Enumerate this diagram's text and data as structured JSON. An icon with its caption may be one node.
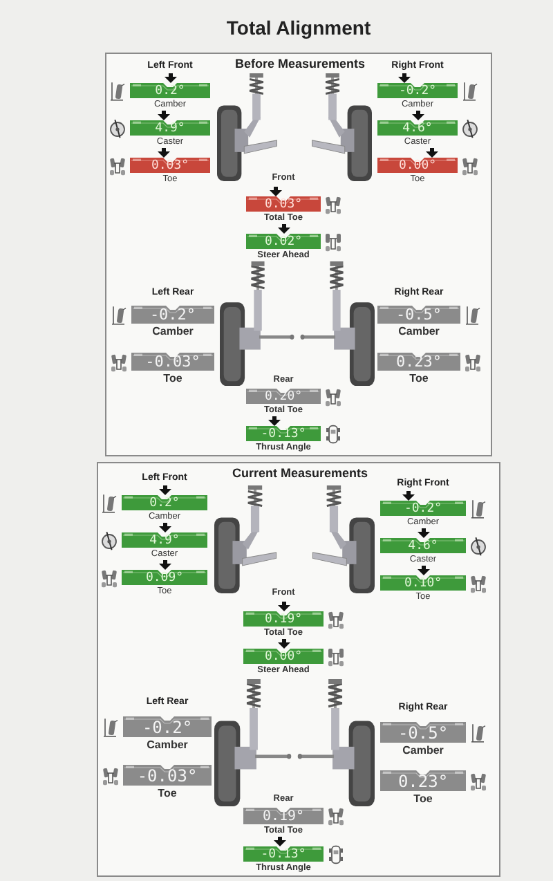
{
  "diagram": {
    "title": "Total Alignment",
    "nodes": [
      {
        "text": [
          "Before Measurements"
        ]
      },
      {
        "text": [
          "0.2°",
          "Camber"
        ],
        "in": 0
      },
      {
        "text": [
          "-0.2°",
          "Camber"
        ],
        "in": 0
      },
      {
        "text": [
          "4.9°",
          "Caster"
        ],
        "in": 0
      },
      {
        "text": [
          "4.6°",
          "Caster"
        ],
        "in": 0
      },
      {
        "text": [
          "0.03°",
          "Toe"
        ],
        "in": 0
      },
      {
        "text": [
          "0.00°",
          "Toe"
        ],
        "in": 0
      },
      {
        "text": [
          "0.03°",
          "Total Toe"
        ],
        "in": 0,
        "beside": [
          "Front"
        ]
      },
      {
        "text": [
          "0.02°",
          "Steer Ahead"
        ],
        "in": 0
      },
      {
        "text": [
          "-0.2°",
          "Camber"
        ],
        "in": 0
      },
      {
        "text": [
          "-0.5°",
          "Camber"
        ],
        "in": 0
      },
      {
        "text": [
          "-0.03°",
          "Toe"
        ],
        "in": 0
      },
      {
        "text": [
          "0.23°",
          "Toe"
        ],
        "in": 0
      },
      {
        "text": [
          "0.20°",
          "Total Toe"
        ],
        "in": 0,
        "beside": [
          "Rear"
        ]
      },
      {
        "text": [
          "-0.13°",
          "Thrust Angle"
        ],
        "in": 0
      },
      {
        "text": [
          "Current Measurements"
        ]
      },
      {
        "text": [
          "0.2°",
          "Camber"
        ],
        "in": 15
      },
      {
        "text": [
          "-0.2°",
          "Camber"
        ],
        "in": 15
      },
      {
        "text": [
          "4.9°",
          "Caster"
        ],
        "in": 15
      },
      {
        "text": [
          "4.6°",
          "Caster"
        ],
        "in": 15
      },
      {
        "text": [
          "0.09°",
          "Toe"
        ],
        "in": 15
      },
      {
        "text": [
          "0.10°",
          "Toe"
        ],
        "in": 15
      },
      {
        "text": [
          "0.19°",
          "Total Toe"
        ],
        "in": 15,
        "beside": [
          "Front"
        ]
      },
      {
        "text": [
          "0.00°",
          "Steer Ahead"
        ],
        "in": 15
      },
      {
        "text": [
          "-0.2°",
          "Camber"
        ],
        "in": 15
      },
      {
        "text": [
          "-0.5°",
          "Camber"
        ],
        "in": 15
      },
      {
        "text": [
          "-0.03°",
          "Toe"
        ],
        "in": 15
      },
      {
        "text": [
          "0.23°",
          "Toe"
        ],
        "in": 15
      },
      {
        "text": [
          "0.19°",
          "Total Toe"
        ],
        "in": 15,
        "beside": [
          "Rear"
        ]
      },
      {
        "text": [
          "-0.13°",
          "Thrust Angle"
        ],
        "in": 15
      }
    ],
    "labels": [
      "Left Front",
      "Right Front",
      "Left Rear",
      "Right Rear",
      "Left Front",
      "Right Front",
      "Left Rear",
      "Right Rear"
    ]
  }
}
